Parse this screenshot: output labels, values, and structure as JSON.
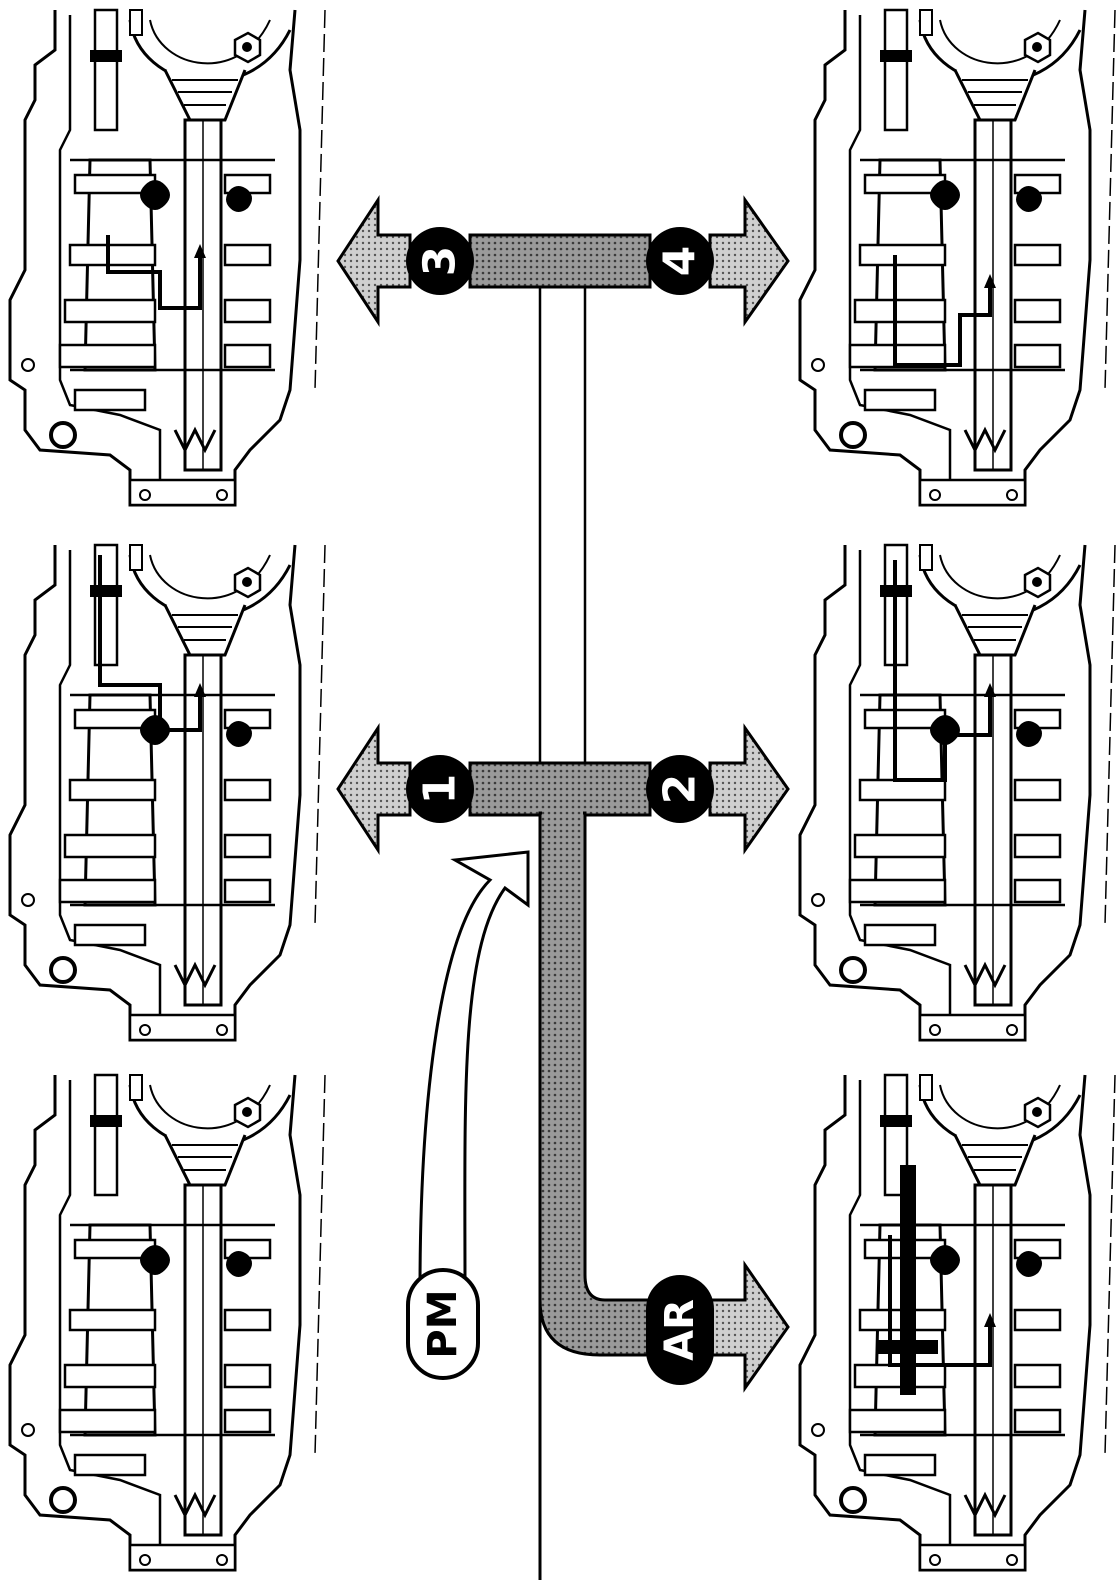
{
  "diagram": {
    "gears": {
      "g3": "3",
      "g4": "4",
      "g1": "1",
      "g2": "2",
      "reverse": "AR",
      "neutral": "PM"
    },
    "colors": {
      "ink": "#000000",
      "paper": "#ffffff",
      "rail_fill": "#8a8a8a",
      "arrow_fill": "#b5b5b5"
    },
    "panels": [
      {
        "name": "gearbox-third-gear",
        "gear": "3"
      },
      {
        "name": "gearbox-fourth-gear",
        "gear": "4"
      },
      {
        "name": "gearbox-first-gear",
        "gear": "1"
      },
      {
        "name": "gearbox-second-gear",
        "gear": "2"
      },
      {
        "name": "gearbox-neutral",
        "gear": "PM"
      },
      {
        "name": "gearbox-reverse",
        "gear": "AR"
      }
    ]
  }
}
